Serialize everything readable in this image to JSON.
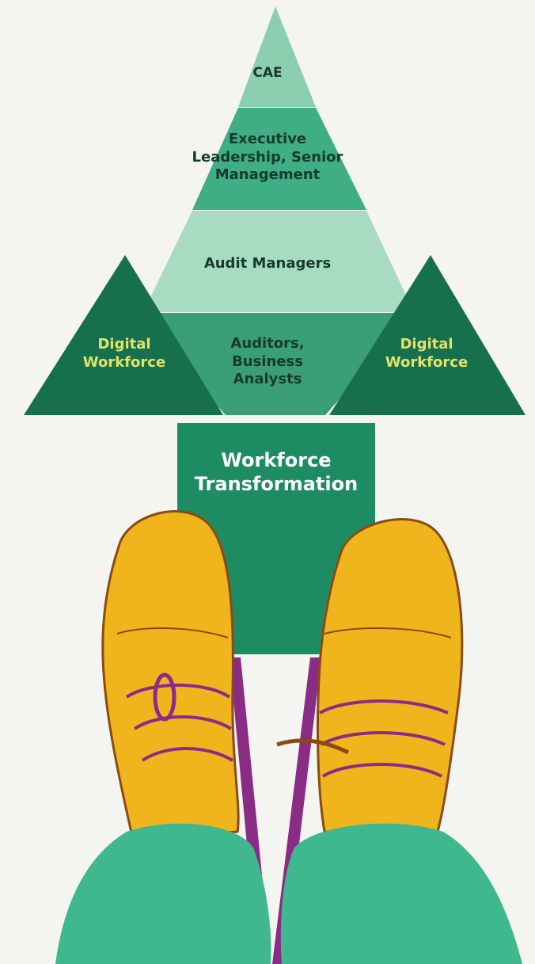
{
  "diagram": {
    "pyramid_levels": [
      "CAE",
      "Executive\nLeadership, Senior\nManagement",
      "Audit Managers",
      "Auditors,\nBusiness\nAnalysts"
    ],
    "side_left": "Digital\nWorkforce",
    "side_right": "Digital\nWorkforce",
    "base_label": "Workforce\nTransformation"
  },
  "colors": {
    "level_top": "#8ccfb0",
    "level_exec": "#3fae85",
    "level_managers": "#a7dcc3",
    "level_auditors": "#3a9f77",
    "side_triangle": "#17704d",
    "base_box": "#1e8c63",
    "side_text": "#e3e36a",
    "shoe": "#f0b51c",
    "lace": "#8a2c86",
    "pants": "#3fb88f"
  },
  "icons": [
    "left-shoe-icon",
    "right-shoe-icon"
  ]
}
